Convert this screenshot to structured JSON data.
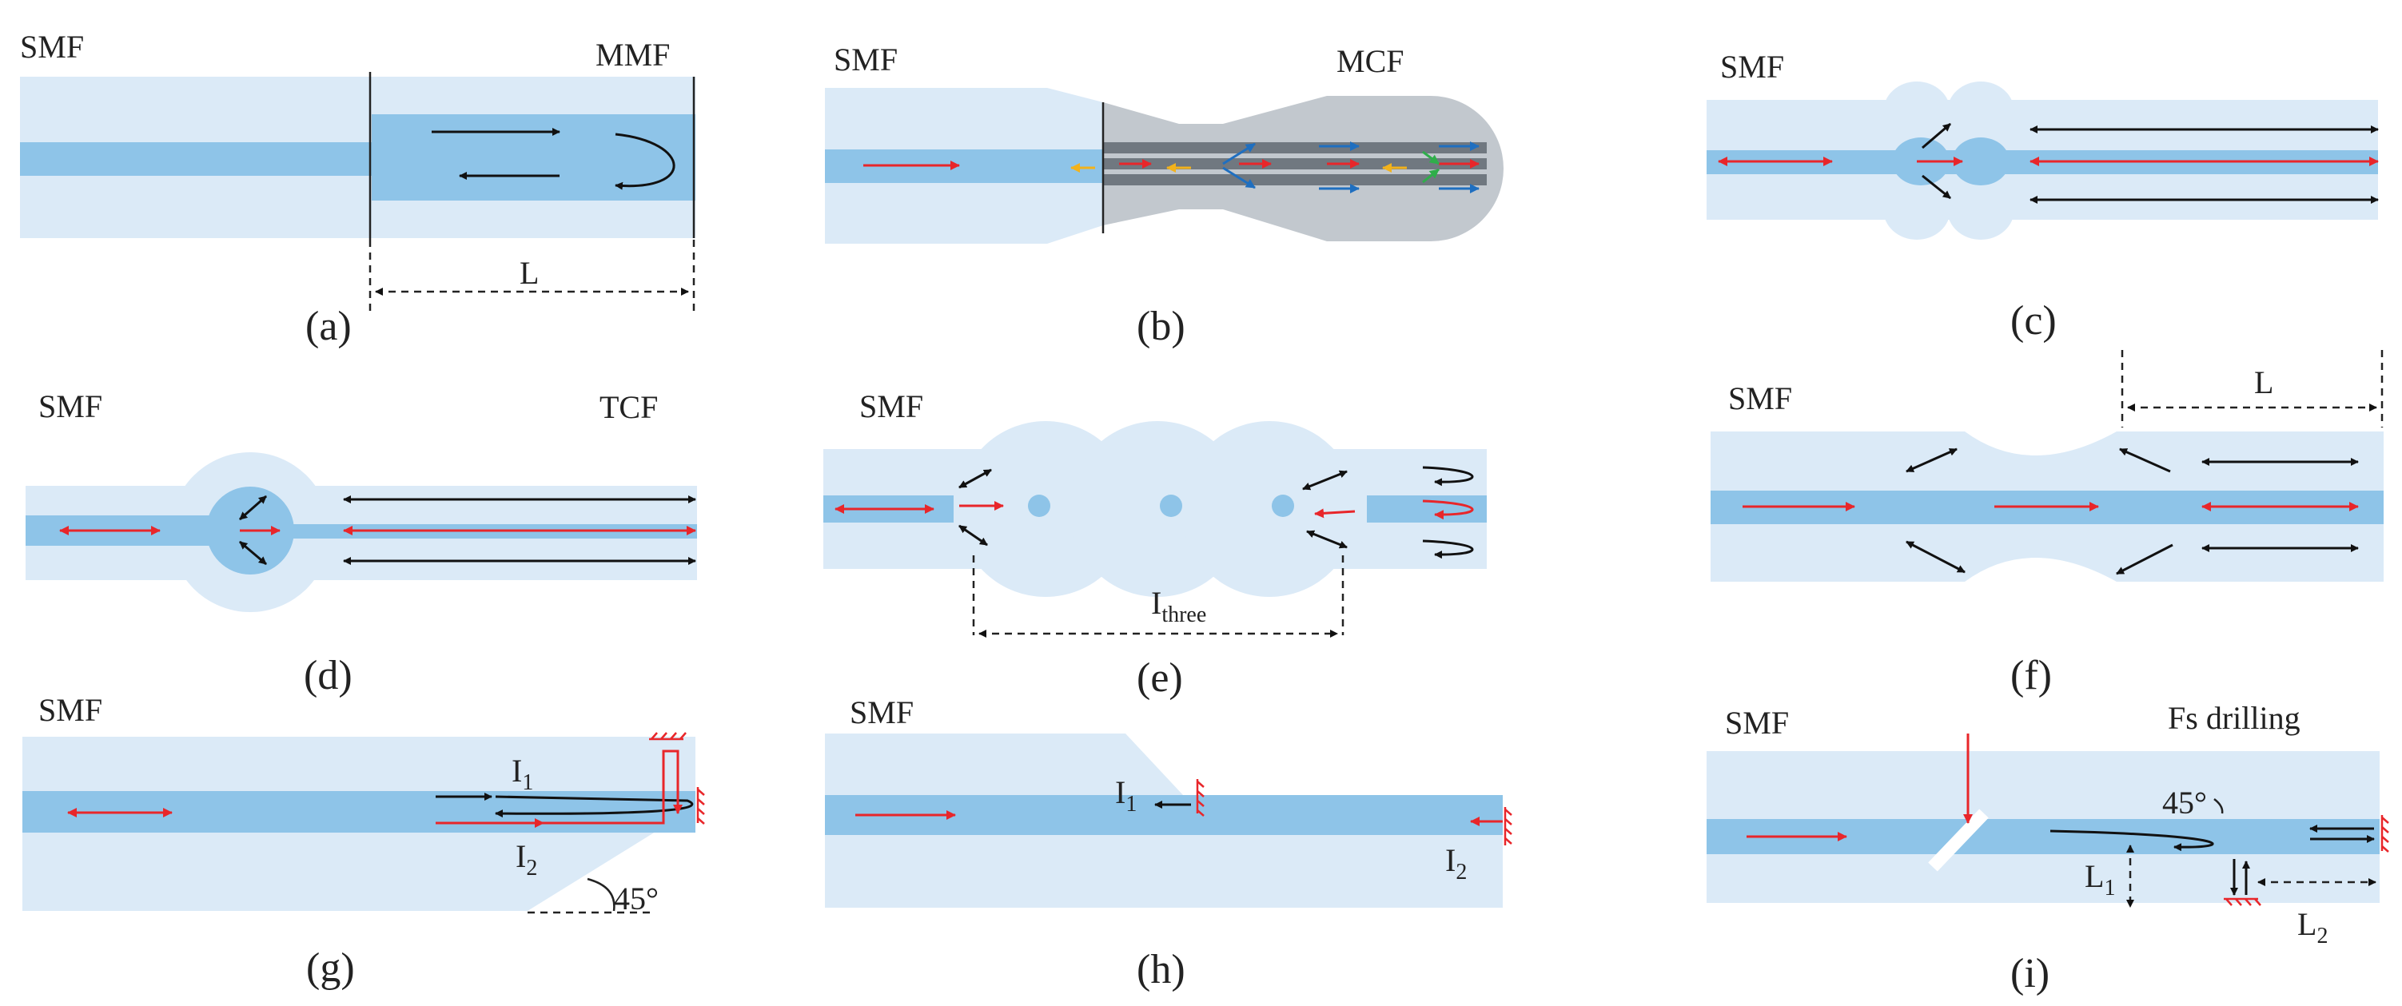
{
  "panels": {
    "a": {
      "caption": "(a)",
      "left_label": "SMF",
      "right_label": "MMF",
      "length_label": "L"
    },
    "b": {
      "caption": "(b)",
      "left_label": "SMF",
      "right_label": "MCF"
    },
    "c": {
      "caption": "(c)",
      "left_label": "SMF"
    },
    "d": {
      "caption": "(d)",
      "left_label": "SMF",
      "right_label": "TCF"
    },
    "e": {
      "caption": "(e)",
      "left_label": "SMF",
      "span_label": "I",
      "span_sub": "three"
    },
    "f": {
      "caption": "(f)",
      "left_label": "SMF",
      "length_label": "L"
    },
    "g": {
      "caption": "(g)",
      "left_label": "SMF",
      "i1": "I",
      "i1_sub": "1",
      "i2": "I",
      "i2_sub": "2",
      "angle": "45°"
    },
    "h": {
      "caption": "(h)",
      "left_label": "SMF",
      "i1": "I",
      "i1_sub": "1",
      "i2": "I",
      "i2_sub": "2"
    },
    "i": {
      "caption": "(i)",
      "left_label": "SMF",
      "tool_label": "Fs drilling",
      "angle": "45°",
      "l1": "L",
      "l1_sub": "1",
      "l2": "L",
      "l2_sub": "2"
    }
  },
  "colors": {
    "cladding": "#dbeaf7",
    "core": "#8ec4e8",
    "taper": "#c2c8ce",
    "mcf_core": "#707880",
    "arrow_red": "#e8262a",
    "arrow_black": "#111111",
    "arrow_blue": "#1f6fc0",
    "arrow_yellow": "#f2b21b",
    "arrow_green": "#2fae4a"
  }
}
